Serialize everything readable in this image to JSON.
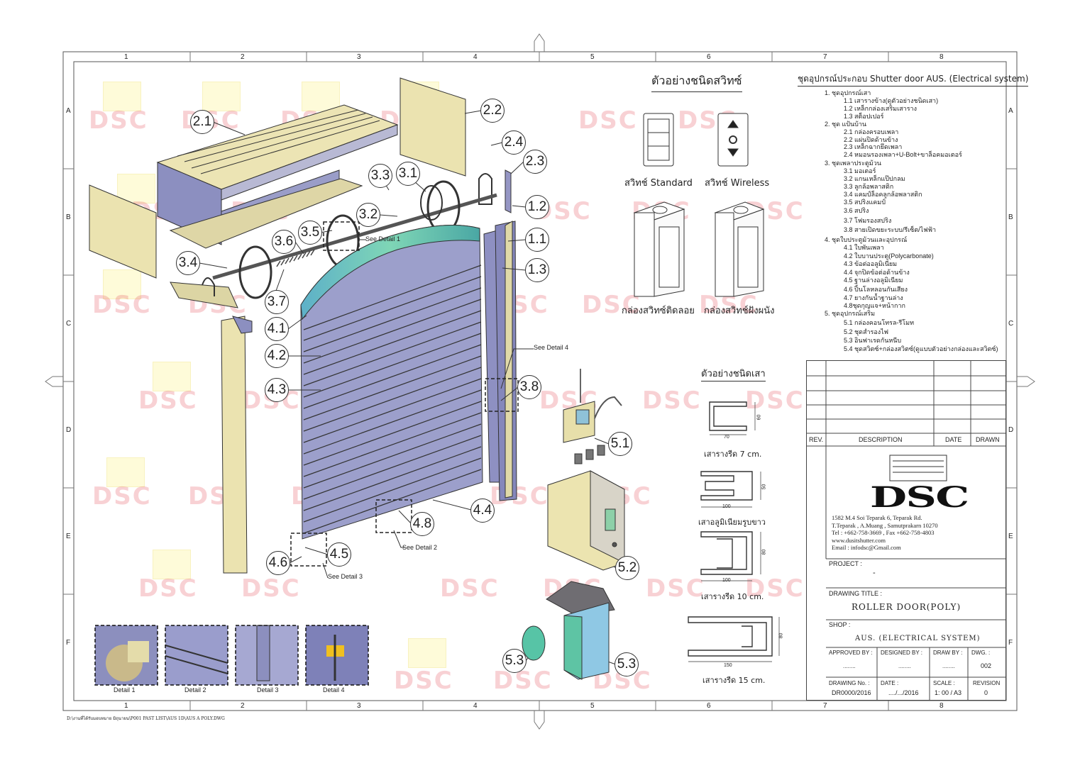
{
  "border": {
    "col_labels": [
      "1",
      "2",
      "3",
      "4",
      "5",
      "6",
      "7",
      "8"
    ],
    "row_labels": [
      "A",
      "B",
      "C",
      "D",
      "E",
      "F"
    ]
  },
  "watermark": "DSC",
  "switch_section": {
    "title": "ตัวอย่างชนิดสวิทซ์",
    "standard_label": "สวิทช์ Standard",
    "wireless_label": "สวิทช์ Wireless",
    "box_surface_label": "กล่องสวิทซ์ติดลอย",
    "box_flush_label": "กล่องสวิทช์ฝังผนัง"
  },
  "post_section": {
    "title": "ตัวอย่างชนิดเสา",
    "profiles": [
      {
        "dim_w": "70",
        "dim_h": "60",
        "label": "เสารางรีด 7 cm."
      },
      {
        "dim_w": "100",
        "dim_h": "50",
        "label": "เสาอลูมิเนียมรูบขาว"
      },
      {
        "dim_w": "100",
        "dim_h": "80",
        "label": "เสารางรีด 10 cm."
      },
      {
        "dim_w": "150",
        "dim_h": "80",
        "label": "เสารางรีด 15 cm."
      }
    ]
  },
  "parts_list": {
    "title": "ชุดอุปกรณ์ประกอบ Shutter door  AUS. (Electrical system)",
    "items": [
      "1. ชุดอุปกรณ์เสา",
      "1.1 เสารางข้าง(ดูตัวอย่างชนิดเสา)",
      "1.2 เหล็กกล่องเสริมเสาราง",
      "1.3 สต็อปเปอร์",
      "2. ชุด แป้นบ้าน",
      "2.1 กล่องครอบเพลา",
      "2.2 แผ่นปิดด้านข้าง",
      "2.3 เหล็กฉากยึดเพลา",
      "2.4 หมอนรองเพลา+U-Bolt+ขาล็อคมอเตอร์",
      "3. ชุดเพลาประตูม้วน",
      "3.1 มอเตอร์",
      "3.2 แกนเหล็กแป๊ปกลม",
      "3.3 ลูกล้อพลาสติก",
      "3.4 แคมป์ล็อคลูกล้อพลาสติก",
      "3.5 สปริงแคมป์",
      "3.6 สปริง",
      "3.7 โฟมรองสปริง",
      "3.8 สายเปิดขยะระบบ/รีเซ็ต/ไฟฟ้า",
      "4. ชุดใบประตูม้วนและอุปกรณ์",
      "4.1 ใบพันเพลา",
      "4.2 ใบบานประตู(Polycarbonate)",
      "4.3 ข้อต่ออลูมิเนียม",
      "4.4 จุกปิดข้อต่อด้านข้าง",
      "4.5 ฐานล่างอลูมิเนียม",
      "4.6 ปิ้นโลหลอนกันเสียง",
      "4.7 ยางกันน้ำฐานล่าง",
      "4.8ชุดกุญแจ+หน้ากาก",
      "5. ชุดอุปกรณ์เสริม",
      "5.1 กล่องคอนโทรล-รีโมท",
      "5.2 ชุดสำรองไฟ",
      "5.3 อินฟาเรดกันหนีบ",
      "5.4 ชุดสวิตซ์+กล่องสวิตซ์(ดูแบบตัวอย่างกล่องและสวิตซ์)"
    ]
  },
  "balloons": {
    "b2_1": "2.1",
    "b2_2": "2.2",
    "b2_4": "2.4",
    "b2_3": "2.3",
    "b3_3": "3.3",
    "b3_1": "3.1",
    "b3_2": "3.2",
    "b1_2": "1.2",
    "b3_5": "3.5",
    "b3_6": "3.6",
    "b1_1": "1.1",
    "b3_4": "3.4",
    "b1_3": "1.3",
    "b3_7": "3.7",
    "b4_1": "4.1",
    "b4_2": "4.2",
    "b4_3": "4.3",
    "b3_8": "3.8",
    "b5_1": "5.1",
    "b4_4": "4.4",
    "b4_8": "4.8",
    "b4_5": "4.5",
    "b4_6": "4.6",
    "b5_2": "5.2",
    "b5_3a": "5.3",
    "b5_3b": "5.3"
  },
  "callouts": {
    "see1": "See Detail 1",
    "see2": "See Detail 2",
    "see3": "See Detail 3",
    "see4": "See Detail 4"
  },
  "details": [
    "Detail 1",
    "Detail 2",
    "Detail 3",
    "Detail 4"
  ],
  "title_block": {
    "rev_header": {
      "rev": "REV.",
      "description": "DESCRIPTION",
      "date": "DATE",
      "drawn": "DRAWN"
    },
    "logo_text": "DSC",
    "address": [
      "1582 M.4 Soi Teparak 6, Teparak Rd.",
      "T.Teparak , A.Muang , Samutprakarn 10270",
      "Tel : +662-758-3669 , Fax +662-758-4803",
      "www.dusitshutter.com",
      "Email : infodsc@Gmail.com"
    ],
    "project_label": "PROJECT :",
    "project_value": "-",
    "drawing_title_label": "DRAWING TITLE :",
    "drawing_title_value": "ROLLER DOOR(POLY)",
    "shop_label": "SHOP :",
    "shop_value": "AUS. (ELECTRICAL SYSTEM)",
    "approved_label": "APPROVED  BY :",
    "approved_value": "........",
    "designed_label": "DESIGNED BY :",
    "designed_value": "........",
    "drawby_label": "DRAW BY :",
    "drawby_value": "........",
    "dwg_label": "DWG. :",
    "dwg_value": "002",
    "drawing_no_label": "DRAWING No. :",
    "drawing_no_value": "DR0000/2016",
    "date_label": "DATE :",
    "date_value": "..../.../2016",
    "scale_label": "SCALE :",
    "scale_value": "1: 00 / A3",
    "revision_label": "REVISION",
    "revision_value": "0"
  },
  "file_path": "D:\\งานที่ได้รับมอบหมาย มิถุนายน\\P001 PAST LIST\\AUS 1D\\AUS A POLY.DWG",
  "colors": {
    "khaki": "#e8e0ae",
    "slate": "#8d8fbf",
    "teal": "#6fc9b8",
    "line": "#333333",
    "wm": "#e46a74"
  }
}
